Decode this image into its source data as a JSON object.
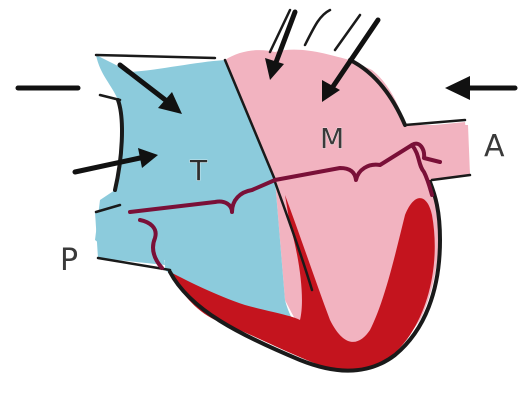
{
  "labels": {
    "tricuspid": "T",
    "mitral": "M",
    "aortic": "A",
    "pulmonary": "P"
  },
  "colors": {
    "right_heart": "#8ccbdc",
    "left_heart": "#f2b3c0",
    "septum": "#c4141e",
    "valve_line": "#7a1038",
    "outline": "#1a1a1a"
  }
}
